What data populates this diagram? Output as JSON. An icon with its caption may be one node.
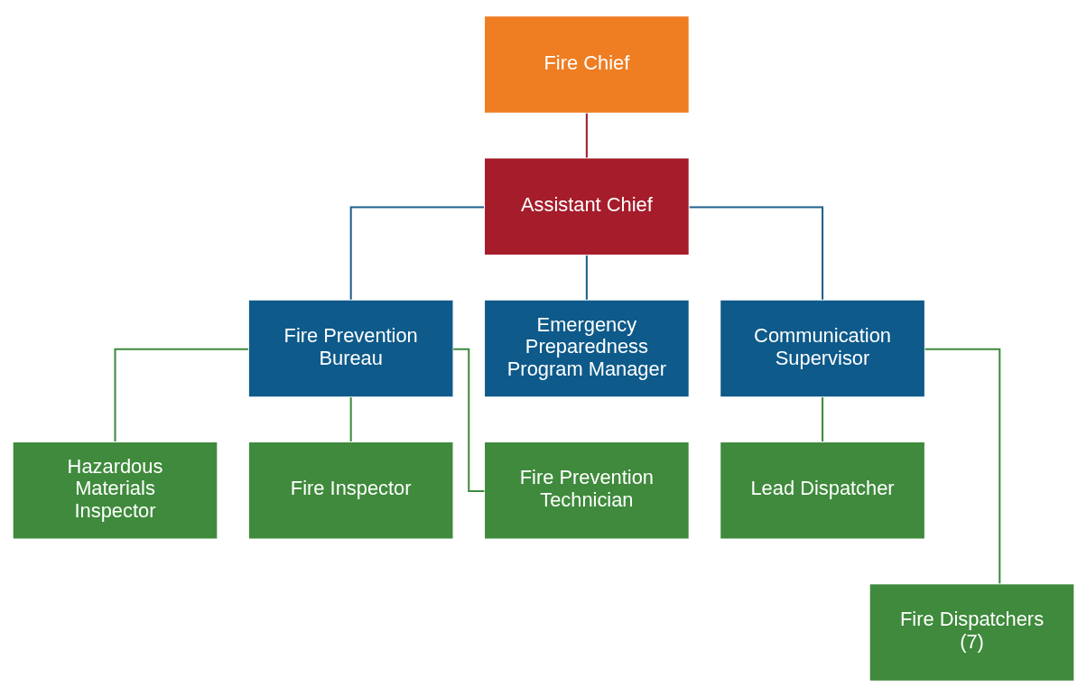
{
  "diagram": {
    "nodes": [
      {
        "text": [
          "Fire Chief"
        ]
      },
      {
        "text": [
          "Assistant Chief"
        ]
      },
      {
        "text": [
          "Fire Prevention Bureau"
        ]
      },
      {
        "text": [
          "Emergency Preparedness Program Manager"
        ]
      },
      {
        "text": [
          "Communication Supervisor"
        ]
      },
      {
        "text": [
          "Hazardous Materials Inspector"
        ]
      },
      {
        "text": [
          "Fire Inspector"
        ]
      },
      {
        "text": [
          "Fire Prevention Technician"
        ]
      },
      {
        "text": [
          "Lead Dispatcher"
        ]
      },
      {
        "text": [
          "Fire Dispatchers (7)"
        ]
      }
    ],
    "edges": [
      {
        "from": 0,
        "to": 1,
        "arrow": "none",
        "color": "#a01c2c"
      },
      {
        "from": 1,
        "to": 2,
        "arrow": "none",
        "color": "#1f5f8b"
      },
      {
        "from": 1,
        "to": 3,
        "arrow": "none",
        "color": "#1f5f8b"
      },
      {
        "from": 1,
        "to": 4,
        "arrow": "none",
        "color": "#1f5f8b"
      },
      {
        "from": 2,
        "to": 5,
        "arrow": "none"
      },
      {
        "from": 2,
        "to": 6,
        "arrow": "none"
      },
      {
        "from": 2,
        "to": 7,
        "arrow": "none"
      },
      {
        "from": 4,
        "to": 8,
        "arrow": "none"
      },
      {
        "from": 4,
        "to": 9,
        "arrow": "none"
      }
    ]
  }
}
